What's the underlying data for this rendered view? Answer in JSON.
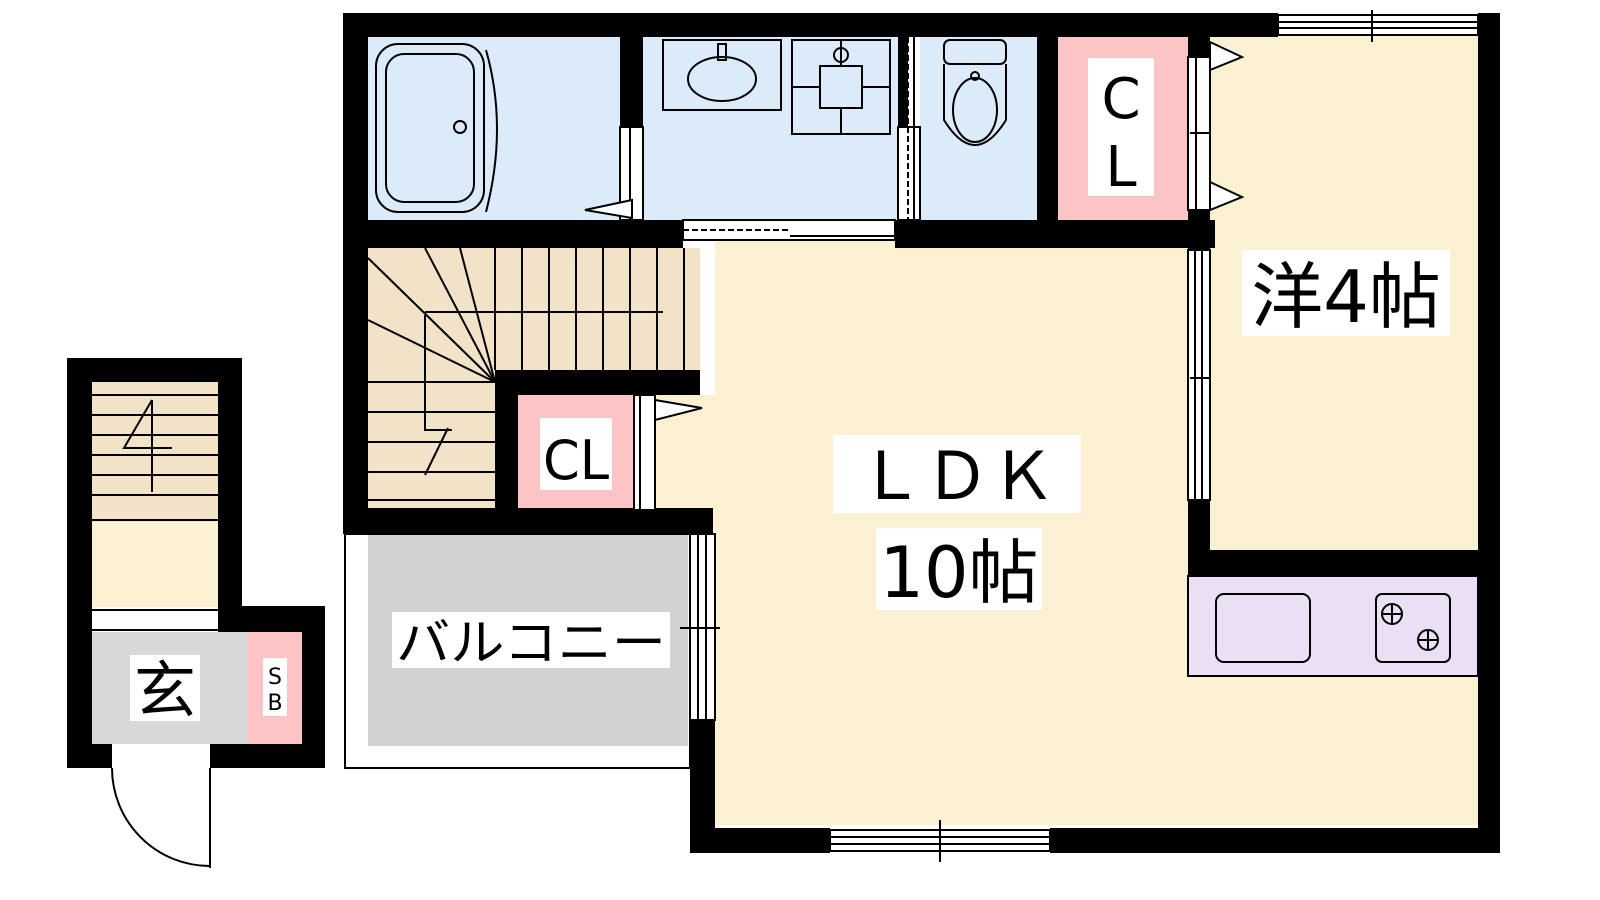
{
  "colors": {
    "wall": "#000000",
    "living": "#fcf0d2",
    "bath": "#dcebfa",
    "closet": "#fcc4c4",
    "stairs": "#f2e2c8",
    "balcony": "#d2d2d2",
    "entrance": "#d8d8d8",
    "kitchen": "#eadff5"
  },
  "rooms": {
    "ldk_line1": "ＬＤＫ",
    "ldk_line2": "10帖",
    "western": "洋4帖",
    "closet_main": "CL",
    "closet_upper_c": "C",
    "closet_upper_l": "L",
    "balcony": "バルコニー",
    "entrance": "玄",
    "shoe_box_s": "S",
    "shoe_box_b": "B"
  },
  "icons": [
    "bathtub-icon",
    "washbasin-icon",
    "washing-machine-pan-icon",
    "toilet-icon",
    "sink-icon",
    "stove-icon",
    "stairs-icon",
    "door-swing-icon",
    "window-icon"
  ]
}
